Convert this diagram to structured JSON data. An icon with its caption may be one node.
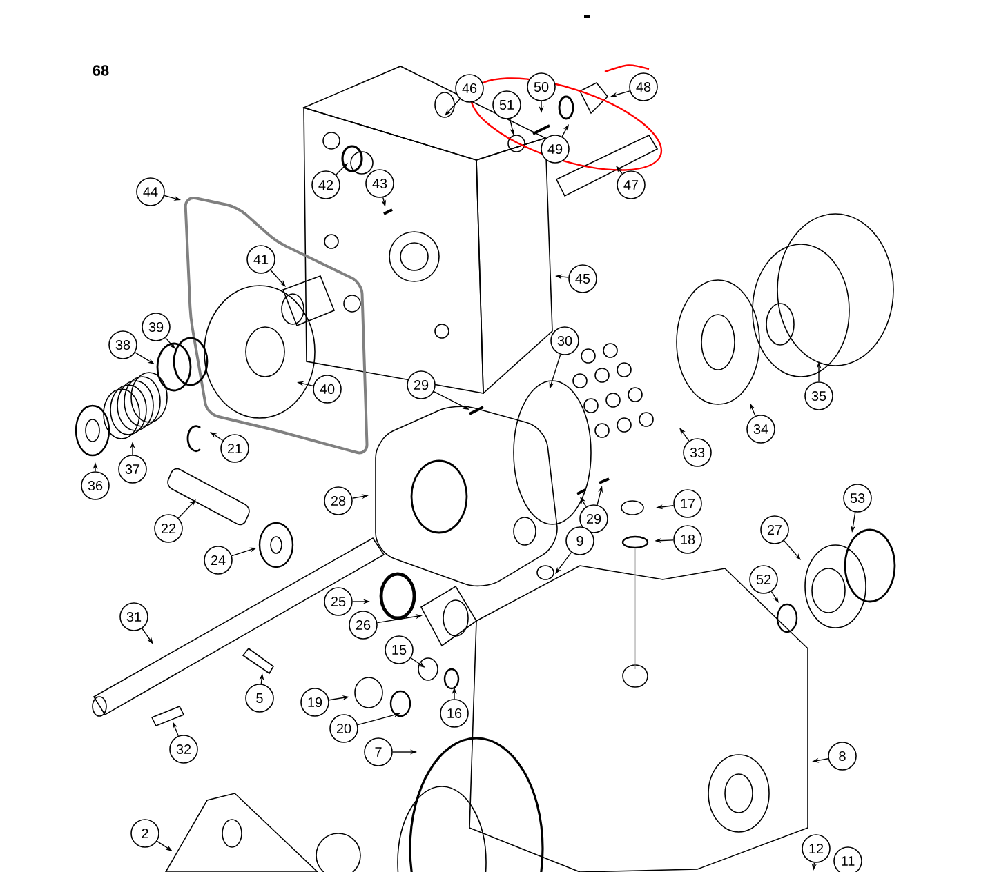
{
  "diagram": {
    "nodes": [
      {
        "text": [
          "46"
        ]
      },
      {
        "text": [
          "51"
        ]
      },
      {
        "text": [
          "50"
        ]
      },
      {
        "text": [
          "48"
        ]
      },
      {
        "text": [
          "49"
        ]
      },
      {
        "text": [
          "42"
        ]
      },
      {
        "text": [
          "43"
        ]
      },
      {
        "text": [
          "47"
        ]
      },
      {
        "text": [
          "44"
        ]
      },
      {
        "text": [
          "41"
        ]
      },
      {
        "text": [
          "45"
        ]
      },
      {
        "text": [
          "38"
        ]
      },
      {
        "text": [
          "39"
        ]
      },
      {
        "text": [
          "40"
        ]
      },
      {
        "text": [
          "30"
        ]
      },
      {
        "text": [
          "29"
        ]
      },
      {
        "text": [
          "35"
        ]
      },
      {
        "text": [
          "34"
        ]
      },
      {
        "text": [
          "36"
        ]
      },
      {
        "text": [
          "37"
        ]
      },
      {
        "text": [
          "21"
        ]
      },
      {
        "text": [
          "28"
        ]
      },
      {
        "text": [
          "33"
        ]
      },
      {
        "text": [
          "22"
        ]
      },
      {
        "text": [
          "24"
        ]
      },
      {
        "text": [
          "17"
        ]
      },
      {
        "text": [
          "29"
        ]
      },
      {
        "text": [
          "18"
        ]
      },
      {
        "text": [
          "53"
        ]
      },
      {
        "text": [
          "27"
        ]
      },
      {
        "text": [
          "9"
        ]
      },
      {
        "text": [
          "52"
        ]
      },
      {
        "text": [
          "31"
        ]
      },
      {
        "text": [
          "25"
        ]
      },
      {
        "text": [
          "26"
        ]
      },
      {
        "text": [
          "15"
        ]
      },
      {
        "text": [
          "19"
        ]
      },
      {
        "text": [
          "5"
        ]
      },
      {
        "text": [
          "16"
        ]
      },
      {
        "text": [
          "20"
        ]
      },
      {
        "text": [
          "7"
        ]
      },
      {
        "text": [
          "8"
        ]
      },
      {
        "text": [
          "32"
        ]
      },
      {
        "text": [
          "2"
        ]
      },
      {
        "text": [
          "12"
        ]
      },
      {
        "text": [
          "11"
        ]
      }
    ],
    "edges": [
      {
        "from": 0,
        "to": null,
        "arrow": "to"
      },
      {
        "from": 1,
        "to": null,
        "arrow": "to"
      },
      {
        "from": 2,
        "to": null,
        "arrow": "to"
      },
      {
        "from": 3,
        "to": null,
        "arrow": "to"
      },
      {
        "from": 4,
        "to": null,
        "arrow": "to"
      },
      {
        "from": 5,
        "to": null,
        "arrow": "to"
      },
      {
        "from": 6,
        "to": null,
        "arrow": "to"
      },
      {
        "from": 7,
        "to": null,
        "arrow": "to"
      },
      {
        "from": 8,
        "to": null,
        "arrow": "to"
      },
      {
        "from": 9,
        "to": null,
        "arrow": "to"
      },
      {
        "from": 10,
        "to": null,
        "arrow": "to"
      },
      {
        "from": 11,
        "to": null,
        "arrow": "to"
      },
      {
        "from": 12,
        "to": null,
        "arrow": "to"
      },
      {
        "from": 13,
        "to": null,
        "arrow": "to"
      },
      {
        "from": 14,
        "to": null,
        "arrow": "to"
      },
      {
        "from": 15,
        "to": null,
        "arrow": "to"
      },
      {
        "from": 16,
        "to": null,
        "arrow": "to"
      },
      {
        "from": 17,
        "to": null,
        "arrow": "to"
      },
      {
        "from": 18,
        "to": null,
        "arrow": "to"
      },
      {
        "from": 19,
        "to": null,
        "arrow": "to"
      },
      {
        "from": 20,
        "to": null,
        "arrow": "to"
      },
      {
        "from": 21,
        "to": null,
        "arrow": "to"
      },
      {
        "from": 22,
        "to": null,
        "arrow": "to"
      },
      {
        "from": 23,
        "to": null,
        "arrow": "to"
      },
      {
        "from": 24,
        "to": null,
        "arrow": "to"
      },
      {
        "from": 25,
        "to": null,
        "arrow": "to"
      },
      {
        "from": 26,
        "to": null,
        "arrow": "to"
      },
      {
        "from": 26,
        "to": null,
        "arrow": "to"
      },
      {
        "from": 27,
        "to": null,
        "arrow": "to"
      },
      {
        "from": 28,
        "to": null,
        "arrow": "to"
      },
      {
        "from": 29,
        "to": null,
        "arrow": "to"
      },
      {
        "from": 30,
        "to": null,
        "arrow": "to"
      },
      {
        "from": 31,
        "to": null,
        "arrow": "to"
      },
      {
        "from": 32,
        "to": null,
        "arrow": "to"
      },
      {
        "from": 33,
        "to": null,
        "arrow": "to"
      },
      {
        "from": 34,
        "to": null,
        "arrow": "to"
      },
      {
        "from": 35,
        "to": null,
        "arrow": "to"
      },
      {
        "from": 36,
        "to": null,
        "arrow": "to"
      },
      {
        "from": 37,
        "to": null,
        "arrow": "to"
      },
      {
        "from": 38,
        "to": null,
        "arrow": "to"
      },
      {
        "from": 39,
        "to": null,
        "arrow": "to"
      },
      {
        "from": 40,
        "to": null,
        "arrow": "to"
      },
      {
        "from": 41,
        "to": null,
        "arrow": "to"
      },
      {
        "from": 42,
        "to": null,
        "arrow": "to"
      },
      {
        "from": 43,
        "to": null,
        "arrow": "to"
      },
      {
        "from": 44,
        "to": null,
        "arrow": "to"
      }
    ],
    "labels": [
      "68"
    ]
  }
}
